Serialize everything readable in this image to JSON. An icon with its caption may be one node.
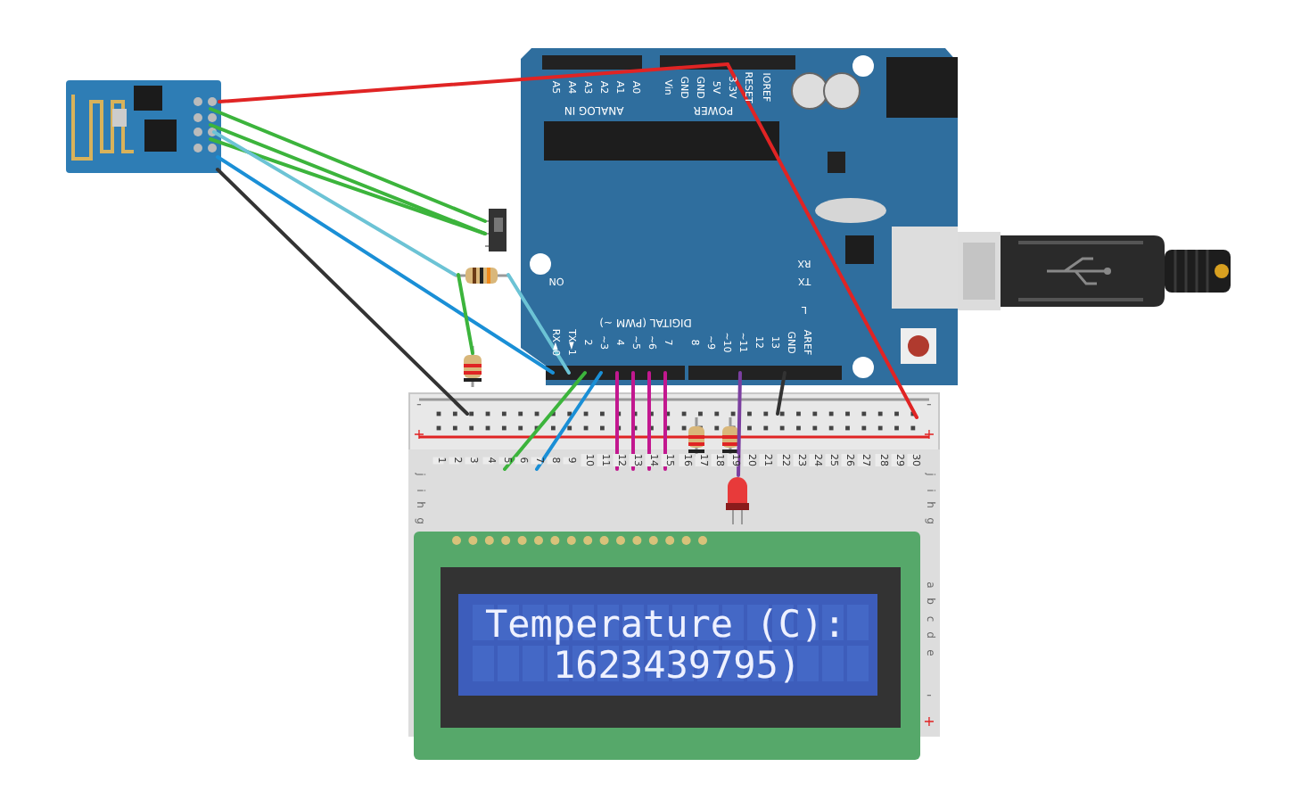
{
  "diagram": {
    "nodes": [
      {
        "text": [],
        "shape": "picture"
      },
      {
        "text": [],
        "shape": "picture"
      },
      {
        "text": [],
        "shape": "picture"
      },
      {
        "text": [],
        "shape": "picture"
      },
      {
        "text": [],
        "shape": "picture"
      },
      {
        "text": [],
        "shape": "picture"
      },
      {
        "text": [],
        "shape": "picture",
        "in": 5
      },
      {
        "text": [],
        "shape": "picture",
        "in": 5
      },
      {
        "text": [],
        "shape": "picture",
        "in": 11
      },
      {
        "text": [
          "Temperature (C):",
          "1623439795)"
        ]
      },
      {
        "text": [],
        "shape": "picture"
      },
      {
        "text": [],
        "shape": "box",
        "in": 5
      }
    ],
    "edges": [
      {
        "from": 0,
        "to": 1,
        "arrow": "none",
        "color": "#e02424"
      },
      {
        "from": 1,
        "to": 5,
        "arrow": "none",
        "color": "#e02424"
      },
      {
        "from": 0,
        "to": 2,
        "arrow": "none",
        "color": "#3cb43c"
      },
      {
        "from": 0,
        "to": 2,
        "arrow": "none",
        "color": "#3cb43c"
      },
      {
        "from": 0,
        "to": 2,
        "arrow": "none",
        "color": "#3cb43c"
      },
      {
        "from": 0,
        "to": 3,
        "arrow": "none",
        "color": "#6cc3d5"
      },
      {
        "from": 0,
        "to": 1,
        "arrow": "none",
        "color": "#1a8fd6"
      },
      {
        "from": 0,
        "to": 5,
        "arrow": "none",
        "color": "#333333"
      },
      {
        "from": 3,
        "to": 1,
        "arrow": "none",
        "color": "#6cc3d5"
      },
      {
        "from": 3,
        "to": 4,
        "arrow": "none",
        "color": "#3cb43c"
      },
      {
        "from": 1,
        "to": 11,
        "arrow": "none",
        "color": "#3cb43c"
      },
      {
        "from": 1,
        "to": 11,
        "arrow": "none",
        "color": "#1a8fd6"
      },
      {
        "from": 1,
        "to": 11,
        "arrow": "none",
        "color": "#c2188f"
      },
      {
        "from": 1,
        "to": 11,
        "arrow": "none",
        "color": "#c2188f"
      },
      {
        "from": 1,
        "to": 11,
        "arrow": "none",
        "color": "#c2188f"
      },
      {
        "from": 1,
        "to": 11,
        "arrow": "none",
        "color": "#c2188f"
      },
      {
        "from": 1,
        "to": 8,
        "arrow": "none",
        "color": "#7b3fa0"
      },
      {
        "from": 1,
        "to": 5,
        "arrow": "none",
        "color": "#333333"
      }
    ],
    "labels": [
      "A5",
      "A4",
      "A3",
      "A2",
      "A1",
      "A0",
      "ANALOG IN",
      "Vin",
      "GND",
      "GND",
      "5V",
      "3.3V",
      "RESET",
      "IOREF",
      "POWER",
      "RX",
      "TX",
      "L",
      "ON",
      "RX◄0",
      "TX►1",
      "2",
      "~3",
      "4",
      "~5",
      "~6",
      "7",
      "8",
      "~9",
      "~10",
      "~11",
      "12",
      "13",
      "GND",
      "AREF",
      "DIGITAL (PWM ~)",
      "-",
      "+",
      "1",
      "2",
      "3",
      "4",
      "5",
      "6",
      "7",
      "8",
      "9",
      "10",
      "11",
      "12",
      "13",
      "14",
      "15",
      "16",
      "17",
      "18",
      "19",
      "20",
      "21",
      "22",
      "23",
      "24",
      "25",
      "26",
      "27",
      "28",
      "29",
      "30",
      "j",
      "i",
      "h",
      "g",
      "j",
      "i",
      "h",
      "g",
      "-",
      "+",
      "a",
      "b",
      "c",
      "d",
      "e",
      "-",
      "+"
    ]
  }
}
